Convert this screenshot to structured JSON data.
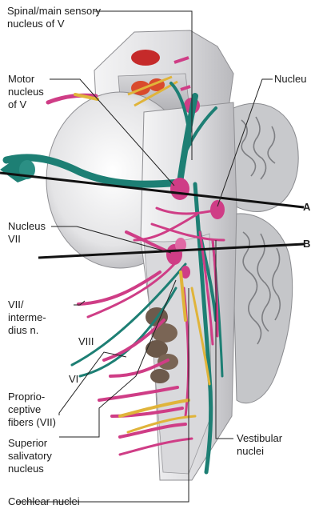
{
  "labels": {
    "spinal_main_sensory": "Spinal/main sensory\nnucleus of V",
    "motor_v": "Motor\nnucleus\nof V",
    "nucleus_top_right": "Nucleu",
    "marker_a": "A",
    "marker_b": "B",
    "nucleus_vii": "Nucleus\nVII",
    "vii_intermedius": "VII/\ninterme-\ndius n.",
    "viii": "VIII",
    "vi": "VI",
    "proprioceptive": "Proprio-\nceptive\nfibers (VII)",
    "superior_salivatory": "Superior\nsalivatory\nnucleus",
    "vestibular": "Vestibular\nnuclei",
    "cochlear": "Cochlear nuclei"
  },
  "colors": {
    "nerve_teal": "#1d7f74",
    "nucleus_magenta": "#cf3d86",
    "tract_yellow": "#e0b43a",
    "red_nucleus": "#c52a2a",
    "brainstem_gray": "#e7e7e9",
    "cerebellum_gray": "#b9babd",
    "leader_line": "#222222"
  }
}
